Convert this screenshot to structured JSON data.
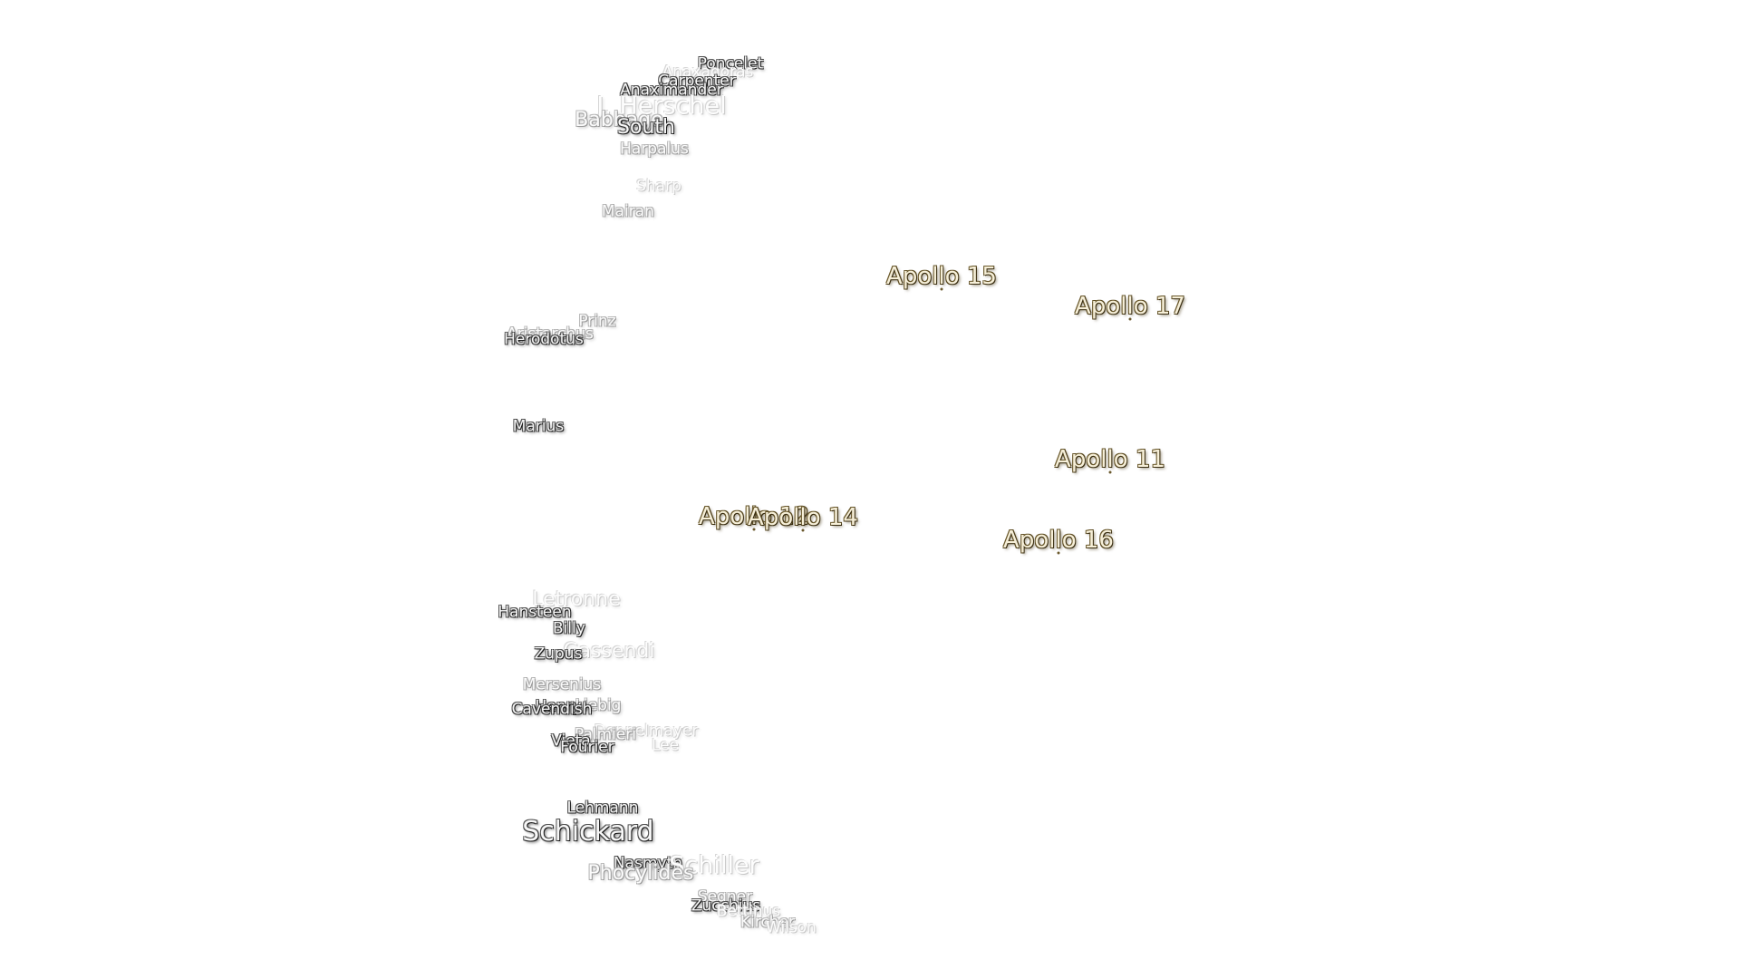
{
  "map": {
    "craters": [
      {
        "name": "Poncelet",
        "size": "s",
        "tone": "dark"
      },
      {
        "name": "Anaxagoras",
        "size": "s",
        "tone": "ghost"
      },
      {
        "name": "Carpenter",
        "size": "s",
        "tone": "dark"
      },
      {
        "name": "Anaximander",
        "size": "s",
        "tone": "dark"
      },
      {
        "name": "J. Herschel",
        "size": "l",
        "tone": "ghost"
      },
      {
        "name": "Babbage",
        "size": "m",
        "tone": "faint"
      },
      {
        "name": "South",
        "size": "m",
        "tone": "dark"
      },
      {
        "name": "Harpalus",
        "size": "s",
        "tone": "faint"
      },
      {
        "name": "Sharp",
        "size": "s",
        "tone": "ghost"
      },
      {
        "name": "Mairan",
        "size": "s",
        "tone": "faint"
      },
      {
        "name": "Prinz",
        "size": "s",
        "tone": "faint"
      },
      {
        "name": "Aristarchus",
        "size": "s",
        "tone": "faint"
      },
      {
        "name": "Herodotus",
        "size": "s",
        "tone": "dark"
      },
      {
        "name": "Marius",
        "size": "s",
        "tone": "dark"
      },
      {
        "name": "Letronne",
        "size": "m",
        "tone": "ghost"
      },
      {
        "name": "Hansteen",
        "size": "s",
        "tone": "dark"
      },
      {
        "name": "Billy",
        "size": "s",
        "tone": "dark"
      },
      {
        "name": "Gassendi",
        "size": "m",
        "tone": "ghost"
      },
      {
        "name": "Zupus",
        "size": "s",
        "tone": "dark"
      },
      {
        "name": "Mersenius",
        "size": "s",
        "tone": "faint"
      },
      {
        "name": "Liebig",
        "size": "s",
        "tone": "faint"
      },
      {
        "name": "Henry",
        "size": "s",
        "tone": "dark"
      },
      {
        "name": "Cavendish",
        "size": "s",
        "tone": "dark"
      },
      {
        "name": "Doppelmayer",
        "size": "s",
        "tone": "ghost"
      },
      {
        "name": "Palmieri",
        "size": "s",
        "tone": "faint"
      },
      {
        "name": "Vieta",
        "size": "s",
        "tone": "dark"
      },
      {
        "name": "Fourier",
        "size": "s",
        "tone": "dark"
      },
      {
        "name": "Lee",
        "size": "s",
        "tone": "ghost"
      },
      {
        "name": "Lehmann",
        "size": "s",
        "tone": "dark"
      },
      {
        "name": "Schickard",
        "size": "xl",
        "tone": "dark"
      },
      {
        "name": "Nasmyth",
        "size": "s",
        "tone": "dark"
      },
      {
        "name": "Schiller",
        "size": "l",
        "tone": "ghost"
      },
      {
        "name": "Phocylides",
        "size": "m",
        "tone": "faint"
      },
      {
        "name": "Segner",
        "size": "s",
        "tone": "faint"
      },
      {
        "name": "Zucchius",
        "size": "s",
        "tone": "dark"
      },
      {
        "name": "Bettinus",
        "size": "s",
        "tone": "ghost"
      },
      {
        "name": "Kircher",
        "size": "s",
        "tone": "faint"
      },
      {
        "name": "Wilson",
        "size": "s",
        "tone": "ghost"
      }
    ],
    "landing_sites": [
      {
        "name": "Apollo 15"
      },
      {
        "name": "Apollo 17"
      },
      {
        "name": "Apollo 11"
      },
      {
        "name": "Apollo 12"
      },
      {
        "name": "Apollo 14"
      },
      {
        "name": "Apollo 16"
      }
    ],
    "colors": {
      "background": "#ffffff",
      "crater_text": "#f7f7f7",
      "apollo_text": "#f6efd8",
      "apollo_outline": "#5a4a22"
    }
  }
}
